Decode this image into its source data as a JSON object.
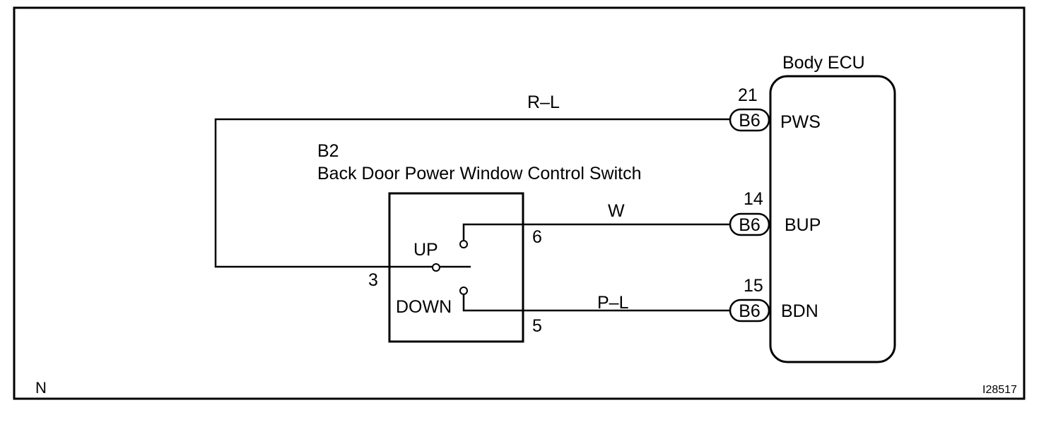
{
  "corner_left": "N",
  "corner_right": "I28517",
  "ecu": {
    "title": "Body ECU",
    "pins": [
      {
        "pin": "21",
        "connector": "B6",
        "name": "PWS"
      },
      {
        "pin": "14",
        "connector": "B6",
        "name": "BUP"
      },
      {
        "pin": "15",
        "connector": "B6",
        "name": "BDN"
      }
    ]
  },
  "switch": {
    "code": "B2",
    "name": "Back Door Power Window Control Switch",
    "up_label": "UP",
    "down_label": "DOWN",
    "terminals": {
      "common": "3",
      "up": "6",
      "down": "5"
    }
  },
  "wires": {
    "pws": "R–L",
    "up": "W",
    "down": "P–L"
  }
}
